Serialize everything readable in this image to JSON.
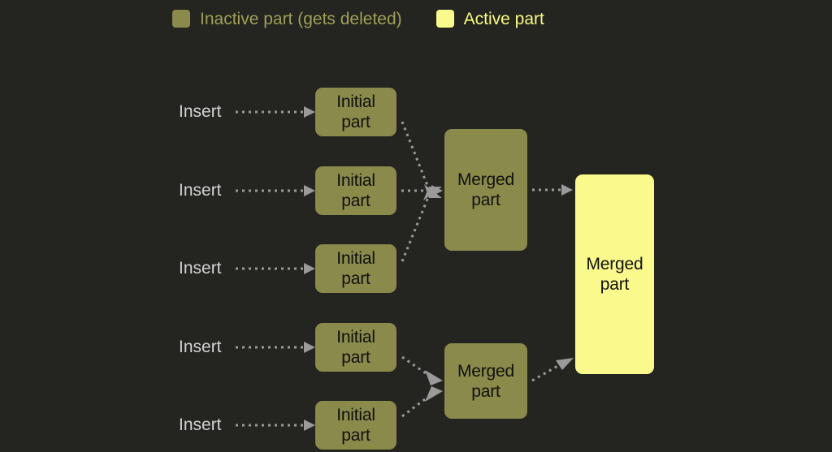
{
  "legend": {
    "inactive": {
      "label": "Inactive part (gets deleted)",
      "color": "#8a8a4a",
      "swatch_name": "inactive-swatch"
    },
    "active": {
      "label": "Active part",
      "color": "#fafa8c",
      "swatch_name": "active-swatch"
    }
  },
  "colors": {
    "background": "#242420",
    "inactive_fill": "#8a8a4a",
    "active_fill": "#fafa8c",
    "node_text": "#101010",
    "insert_text": "#d2d2d2",
    "arrow": "#9a9a9a",
    "legend_inactive_text": "#a0a058",
    "legend_active_text": "#fafa80"
  },
  "inserts": [
    {
      "label": "Insert"
    },
    {
      "label": "Insert"
    },
    {
      "label": "Insert"
    },
    {
      "label": "Insert"
    },
    {
      "label": "Insert"
    }
  ],
  "initial_parts": [
    {
      "label": "Initial\npart"
    },
    {
      "label": "Initial\npart"
    },
    {
      "label": "Initial\npart"
    },
    {
      "label": "Initial\npart"
    },
    {
      "label": "Initial\npart"
    }
  ],
  "merged_parts": [
    {
      "label": "Merged\npart",
      "state": "inactive"
    },
    {
      "label": "Merged\npart",
      "state": "inactive"
    }
  ],
  "final_part": {
    "label": "Merged\npart",
    "state": "active"
  }
}
